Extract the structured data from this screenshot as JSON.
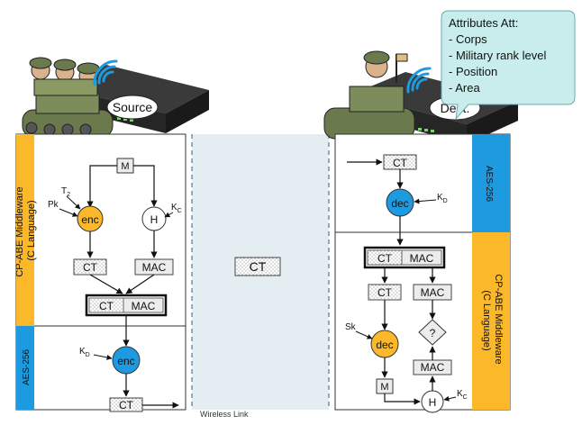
{
  "attributes": {
    "title": "Attributes Att:",
    "items": [
      "- Corps",
      "- Military rank level",
      "- Position",
      "- Area"
    ]
  },
  "source": {
    "device_label": "Source",
    "middleware_label_line1": "CP-ABE Middleware",
    "middleware_label_line2": "(C Language)",
    "aes_label": "AES-256",
    "m_label": "M",
    "enc_label": "enc",
    "h_label": "H",
    "ct_label": "CT",
    "mac_label": "MAC",
    "t_label": "T",
    "t_sub": "2",
    "pk_label": "Pk",
    "kc_label": "K",
    "kc_sub": "C",
    "kd_label": "K",
    "kd_sub": "D"
  },
  "channel": {
    "ct_label": "CT",
    "wireless_label": "Wireless Link"
  },
  "destination": {
    "device_label": "Dest.",
    "aes_label": "AES-256",
    "middleware_label_line1": "CP-ABE Middleware",
    "middleware_label_line2": "(C Language)",
    "dec_label": "dec",
    "ct_label": "CT",
    "mac_label": "MAC",
    "verify_label": "?",
    "m_label": "M",
    "h_label": "H",
    "sk_label": "Sk",
    "kd_label": "K",
    "kd_sub": "D",
    "kc_label": "K",
    "kc_sub": "C"
  },
  "colors": {
    "enc_orange": "#FBB829",
    "aes_blue": "#1E9BE0",
    "panel_blue": "#E4EEF2",
    "callout_teal": "#C9EDEC"
  }
}
